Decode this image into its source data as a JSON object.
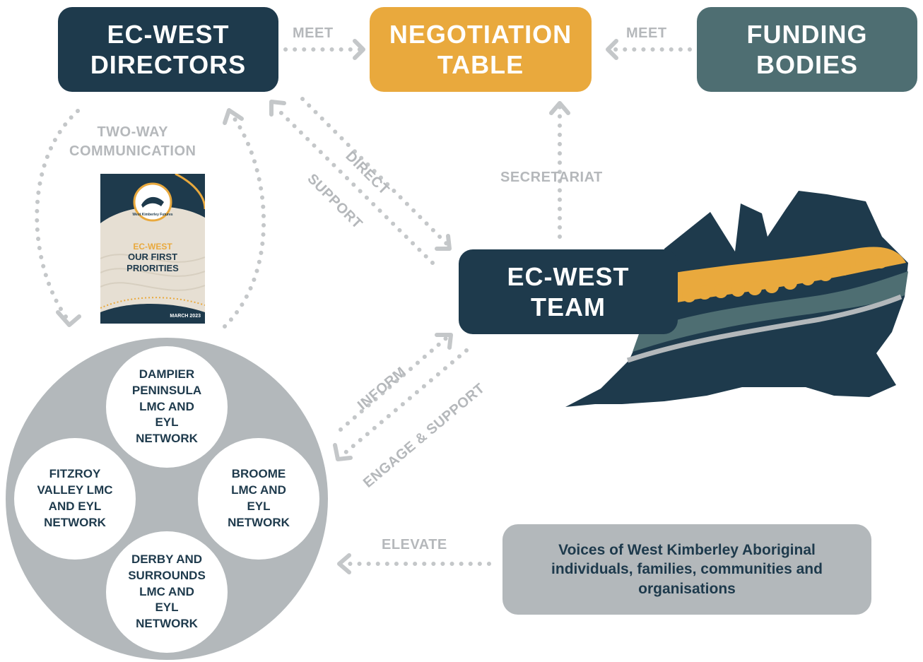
{
  "nodes": {
    "directors": "EC-WEST\nDIRECTORS",
    "negotiation": "NEGOTIATION\nTABLE",
    "funding": "FUNDING\nBODIES",
    "team": "EC-WEST\nTEAM",
    "voices": "Voices of West Kimberley Aboriginal individuals, families, communities and organisations"
  },
  "edge_labels": {
    "meet_left": "MEET",
    "meet_right": "MEET",
    "two_way": "TWO-WAY\nCOMMUNICATION",
    "direct": "DIRECT",
    "support": "SUPPORT",
    "secretariat": "SECRETARIAT",
    "inform": "INFORM",
    "engage_support": "ENGAGE & SUPPORT",
    "elevate": "ELEVATE"
  },
  "networks": [
    "DAMPIER\nPENINSULA\nLMC AND\nEYL\nNETWORK",
    "FITZROY\nVALLEY LMC\nAND EYL\nNETWORK",
    "BROOME\nLMC AND\nEYL\nNETWORK",
    "DERBY AND\nSURROUNDS\nLMC AND\nEYL\nNETWORK"
  ],
  "document": {
    "logo_text": "West Kimberley Futures",
    "subtitle": "EC-WEST",
    "title": "OUR FIRST\nPRIORITIES",
    "date": "MARCH 2023"
  },
  "colors": {
    "navy": "#1e3a4c",
    "orange": "#e9a93d",
    "teal": "#4e6e72",
    "grey": "#b3b8bb",
    "arrow": "#c4c7c9"
  }
}
